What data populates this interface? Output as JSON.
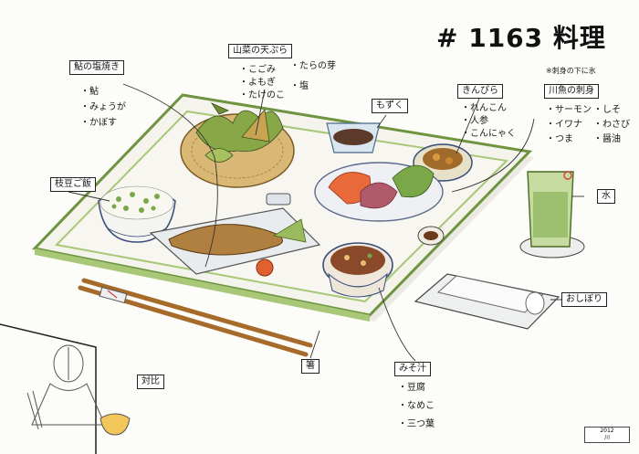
{
  "header": {
    "number": "# 1163",
    "title": "料理"
  },
  "labels": {
    "ayu": {
      "title": "鮎の塩焼き",
      "items": [
        "・鮎",
        "・みょうが",
        "・かぼす"
      ]
    },
    "tempura": {
      "title": "山菜の天ぷら",
      "items": [
        "・こごみ",
        "・よもぎ",
        "・たけのこ",
        "・たらの芽",
        "・塩"
      ]
    },
    "mozuku": {
      "title": "もずく"
    },
    "kinpira": {
      "title": "きんぴら",
      "items": [
        "・れんこん",
        "・人参",
        "・こんにゃく"
      ]
    },
    "sashimi": {
      "note": "※刺身の下に氷",
      "title": "川魚の刺身",
      "items": [
        "・サーモン",
        "・イワナ",
        "・つま",
        "・しそ",
        "・わさび",
        "・醤油"
      ]
    },
    "rice": {
      "title": "枝豆ご飯"
    },
    "water": {
      "title": "水"
    },
    "oshibori": {
      "title": "おしぼり"
    },
    "hashi": {
      "title": "箸"
    },
    "miso": {
      "title": "みそ汁",
      "items": [
        "・豆腐",
        "・なめこ",
        "・三つ葉"
      ]
    },
    "taihi": {
      "title": "対比"
    },
    "stamp": {
      "line1": "2012",
      "line2": "川"
    }
  },
  "colors": {
    "tray": "#a8c878",
    "tray_edge": "#6e9440",
    "ink": "#1a1a1a"
  }
}
